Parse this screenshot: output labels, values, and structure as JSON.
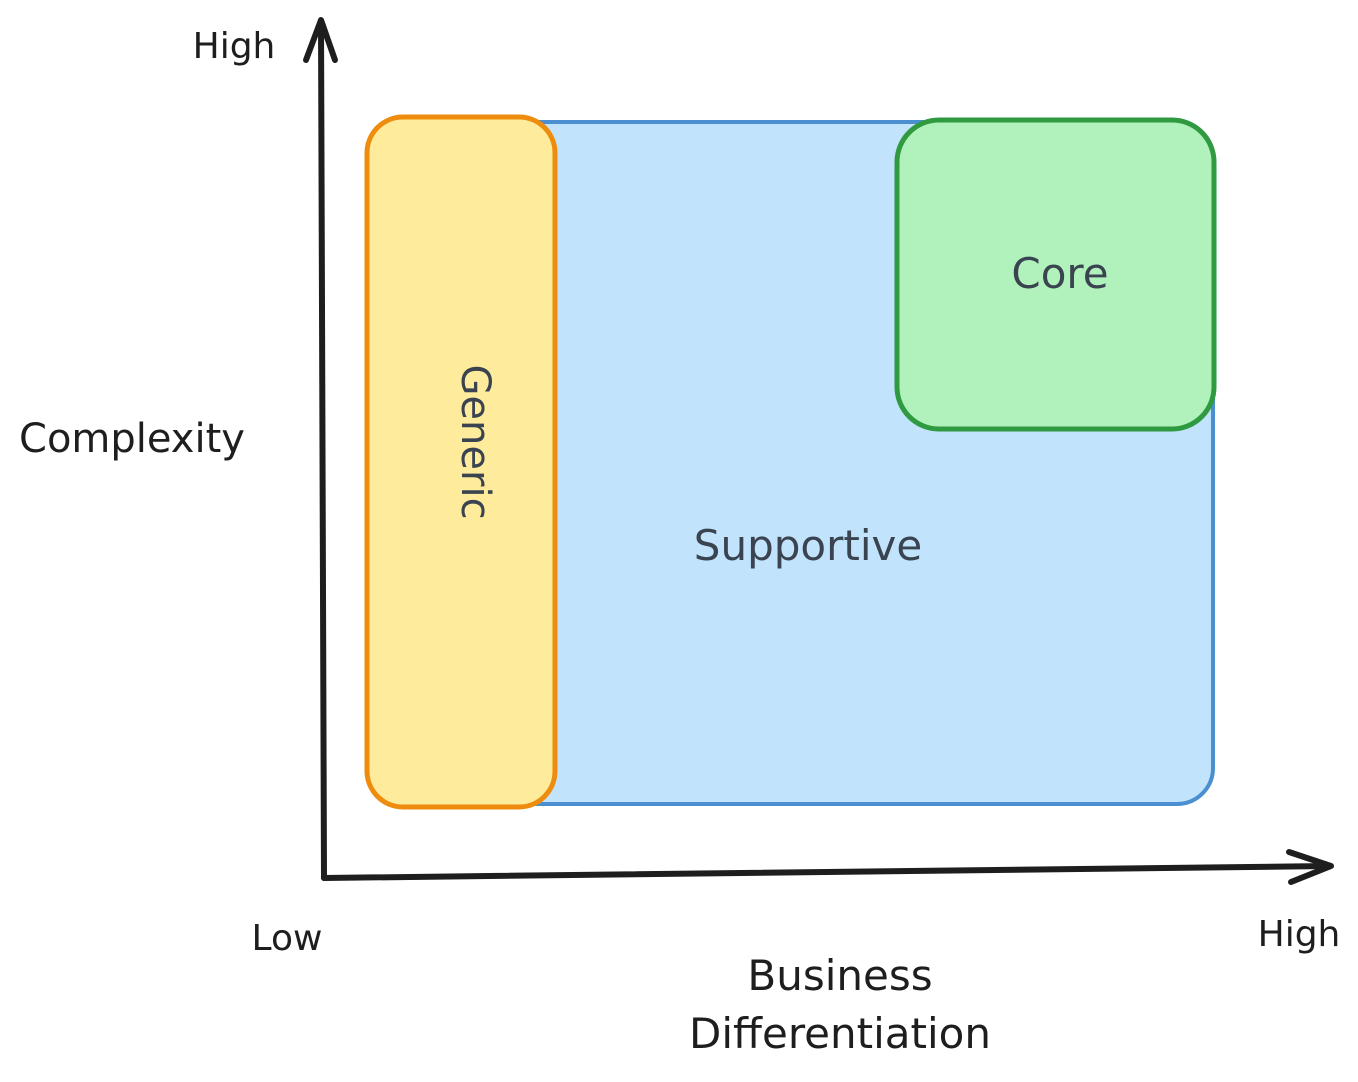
{
  "y_axis": {
    "title": "Complexity",
    "high_label": "High"
  },
  "x_axis": {
    "title_line1": "Business",
    "title_line2": "Differentiation",
    "low_label": "Low",
    "high_label": "High"
  },
  "regions": {
    "supportive": {
      "label": "Supportive",
      "fill": "#c1e3fb",
      "stroke": "#4a90d0"
    },
    "generic": {
      "label": "Generic",
      "fill": "#feeb9b",
      "stroke": "#ee8c0e"
    },
    "core": {
      "label": "Core",
      "fill": "#b1f2bc",
      "stroke": "#2f9a40"
    }
  },
  "colors": {
    "axis": "#1e1e1e",
    "region_text": "#3a4350"
  }
}
